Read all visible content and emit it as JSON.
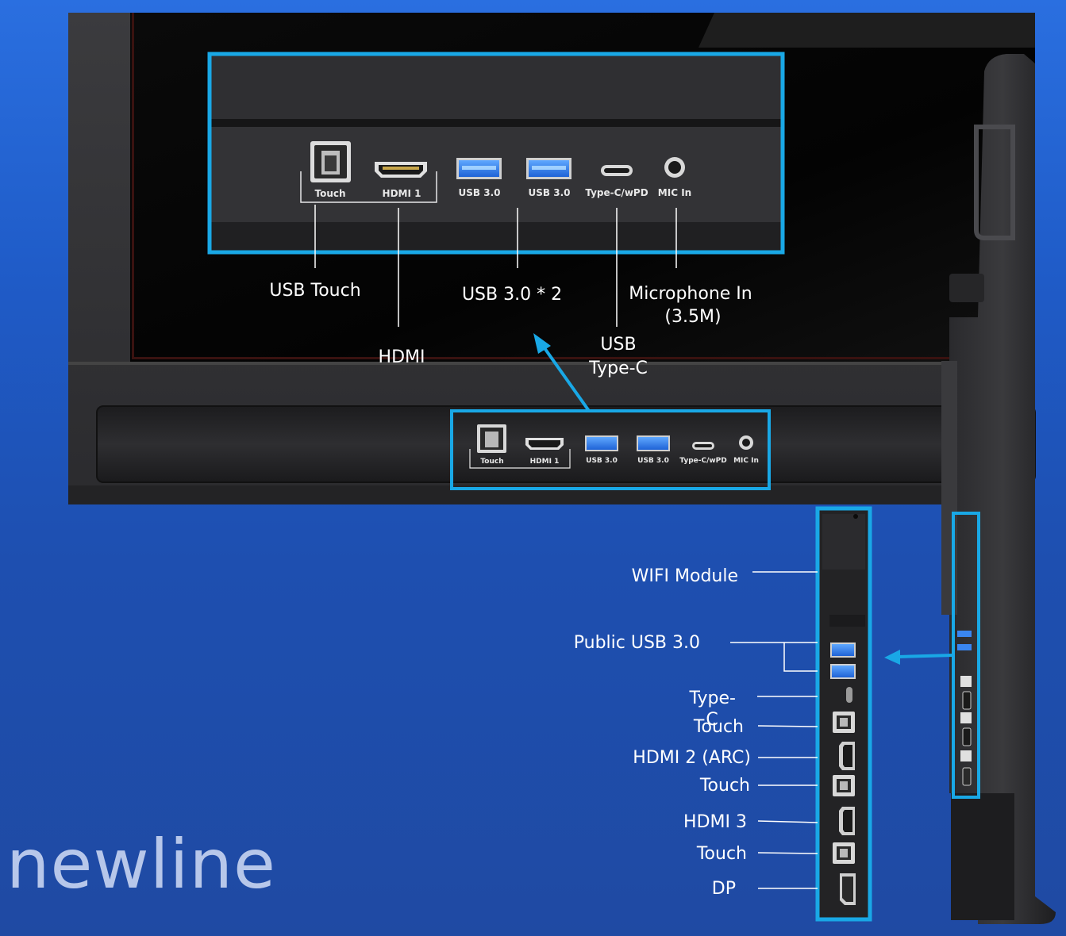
{
  "brand": "newline",
  "zoom_panel_ports": {
    "touch": "Touch",
    "hdmi1": "HDMI 1",
    "usb3_a": "USB 3.0",
    "usb3_b": "USB 3.0",
    "typec": "Type-C/wPD",
    "mic": "MIC In"
  },
  "front_panel_ports": {
    "touch": "Touch",
    "hdmi1": "HDMI 1",
    "usb3_a": "USB 3.0",
    "usb3_b": "USB 3.0",
    "typec": "Type-C/wPD",
    "mic": "MIC In"
  },
  "front_callouts": {
    "usb_touch": "USB Touch",
    "hdmi": "HDMI",
    "usb3x2": "USB 3.0 * 2",
    "usb_typec_line1": "USB",
    "usb_typec_line2": "Type-C",
    "mic_line1": "Microphone In",
    "mic_line2": "(3.5M)"
  },
  "side_callouts": {
    "wifi": "WIFI Module",
    "public_usb": "Public USB 3.0",
    "typec_line1": "Type-",
    "typec_line2": "C",
    "touch1": "Touch",
    "hdmi2": "HDMI 2 (ARC)",
    "touch2": "Touch",
    "hdmi3": "HDMI 3",
    "touch3": "Touch",
    "dp": "DP"
  },
  "colors": {
    "highlight": "#19a8e6",
    "leader_line": "#ffffff",
    "panel": "#2d2d30",
    "screen": "#050505"
  }
}
